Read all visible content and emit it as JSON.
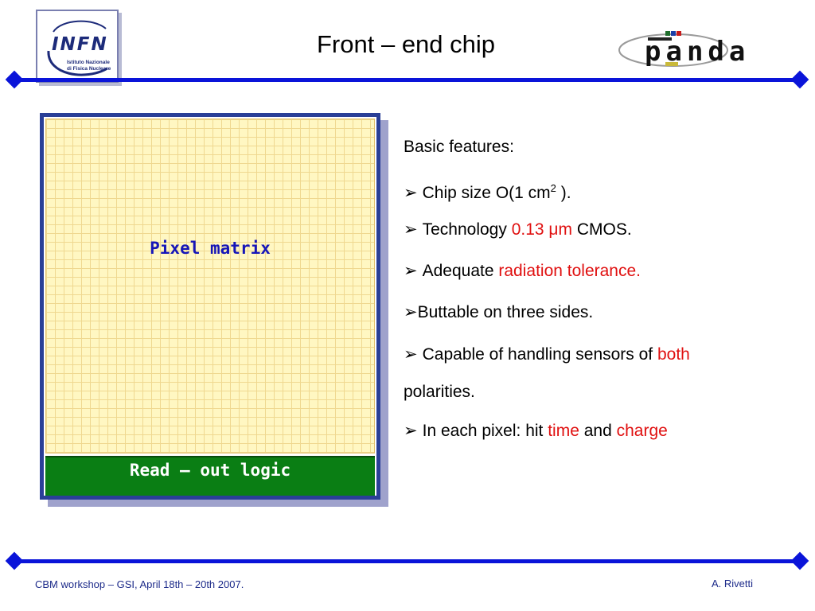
{
  "header": {
    "title": "Front – end chip",
    "infn_logo": {
      "word": "INFN",
      "subtitle_line1": "Istituto Nazionale",
      "subtitle_line2": "di Fisica Nucleare"
    },
    "panda_logo": {
      "word": "panda"
    }
  },
  "chip": {
    "pixel_matrix_label": "Pixel matrix",
    "readout_label": "Read – out logic"
  },
  "features": {
    "heading": "Basic features:",
    "bullet_glyph": "➢",
    "chip_size_pre": "Chip size O(1 cm",
    "chip_size_sup": "2",
    "chip_size_post": " ).",
    "tech_pre": "Technology ",
    "tech_value": "0.13 μm",
    "tech_post": " CMOS.",
    "adequate_pre": "Adequate ",
    "adequate_red": "radiation tolerance.",
    "buttable": "Buttable on three sides.",
    "capable_pre": "Capable of handling sensors of ",
    "capable_red": "both",
    "capable_line2": "polarities.",
    "pixel_pre": "In each pixel: hit ",
    "pixel_time": "time",
    "pixel_and": " and ",
    "pixel_charge": "charge"
  },
  "footer": {
    "left": "CBM workshop – GSI, April 18th – 20th 2007.",
    "right": "A. Rivetti"
  },
  "colors": {
    "rule": "#0a14d9",
    "accent_red": "#e01010",
    "chip_border": "#2a3f97",
    "readout_green": "#0a7e14",
    "pixel_label_blue": "#1616b8"
  }
}
